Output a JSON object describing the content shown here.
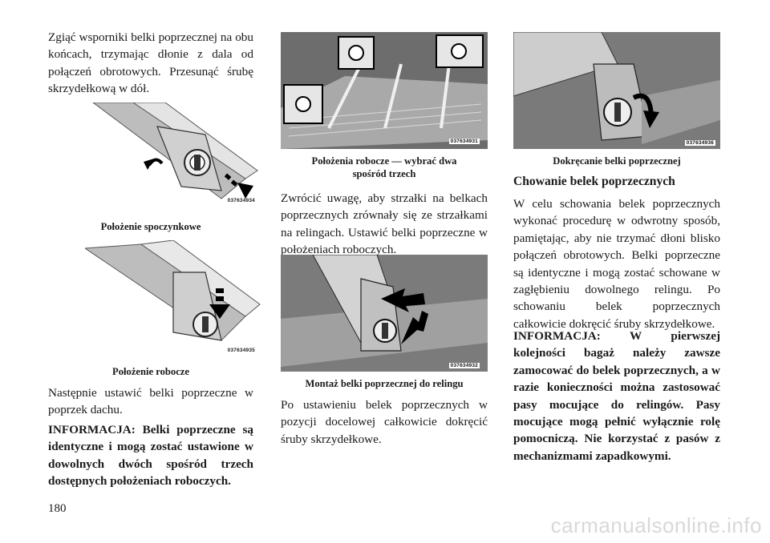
{
  "col1": {
    "intro": "Zgiąć wsporniki belki poprzecznej na obu końcach, trzymając dłonie z dala od połączeń obrotowych. Przesunąć śrubę skrzydełkową w dół.",
    "fig1_code": "037634934",
    "fig1_caption": "Położenie spoczynkowe",
    "fig2_code": "037634935",
    "fig2_caption": "Położenie robocze",
    "para2": "Następnie ustawić belki poprzeczne w poprzek dachu.",
    "note": "INFORMACJA: Belki poprzeczne są identyczne i mogą zostać ustawione w dowolnych dwóch spośród trzech dostępnych położeniach roboczych."
  },
  "col2": {
    "fig1_code": "037634931",
    "fig1_caption": "Położenia robocze — wybrać dwa spośród trzech",
    "para1": "Zwrócić uwagę, aby strzałki na belkach poprzecznych zrównały się ze strzałkami na relingach. Ustawić belki poprzeczne w położeniach roboczych.",
    "fig2_code": "037634932",
    "fig2_caption": "Montaż belki poprzecznej do relingu",
    "para2": "Po ustawieniu belek poprzecznych w pozycji docelowej całkowicie dokręcić śruby skrzydełkowe."
  },
  "col3": {
    "fig1_code": "037634936",
    "fig1_caption": "Dokręcanie belki poprzecznej",
    "heading": "Chowanie belek poprzecznych",
    "para1": "W celu schowania belek poprzecznych wykonać procedurę w odwrotny sposób, pamiętając, aby nie trzymać dłoni blisko połączeń obrotowych. Belki poprzeczne są identyczne i mogą zostać schowane w zagłębieniu dowolnego relingu. Po schowaniu belek poprzecznych całkowicie dokręcić śruby skrzydełkowe.",
    "note": "INFORMACJA: W pierwszej kolejności bagaż należy zawsze zamocować do belek poprzecznych, a w razie konieczności można zastosować pasy mocujące do relingów. Pasy mocujące mogą pełnić wyłącznie rolę pomocniczą. Nie korzystać z pasów z mechanizmami zapadkowymi."
  },
  "page_number": "180",
  "watermark": "carmanualsonline.info"
}
